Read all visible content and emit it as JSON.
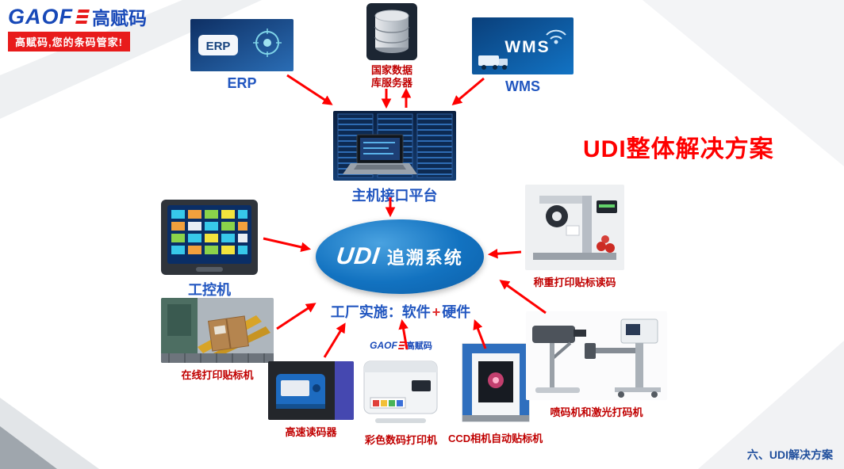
{
  "header": {
    "brand_latin": "GAOF",
    "brand_cn": "高赋码",
    "tagline": "高赋码,您的条码管家!"
  },
  "title": "UDI整体解决方案",
  "footer": "六、UDI解决方案",
  "center": {
    "udi_logo": "UDI",
    "udi_label": "追溯系统",
    "factory_prefix": "工厂实施：软件",
    "factory_plus": "+",
    "factory_suffix": "硬件"
  },
  "nodes": {
    "erp": {
      "label": "ERP",
      "image_text": "ERP"
    },
    "database": {
      "label": "国家数据库服务器"
    },
    "wms": {
      "label": "WMS",
      "image_text": "WMS"
    },
    "host": {
      "label": "主机接口平台"
    },
    "ipc": {
      "label": "工控机"
    },
    "weigh_labeler": {
      "label": "称重打印贴标读码"
    },
    "online_labeler": {
      "label": "在线打印贴标机"
    },
    "scanner": {
      "label": "高速读码器"
    },
    "color_printer": {
      "label": "彩色数码打印机",
      "logo_latin": "GAOF",
      "logo_cn": "高赋码"
    },
    "ccd_labeler": {
      "label": "CCD相机自动贴标机"
    },
    "inkjet_laser": {
      "label": "喷码机和激光打码机"
    }
  },
  "colors": {
    "arrow_red": "#fe0000",
    "title_red": "#fe0000",
    "label_blue": "#2156c0",
    "label_red": "#c00000",
    "brand_blue": "#1849b8",
    "brand_red": "#e81b1b",
    "ellipse_blue": "#1272c0",
    "footer_blue": "#1f4e9c"
  }
}
